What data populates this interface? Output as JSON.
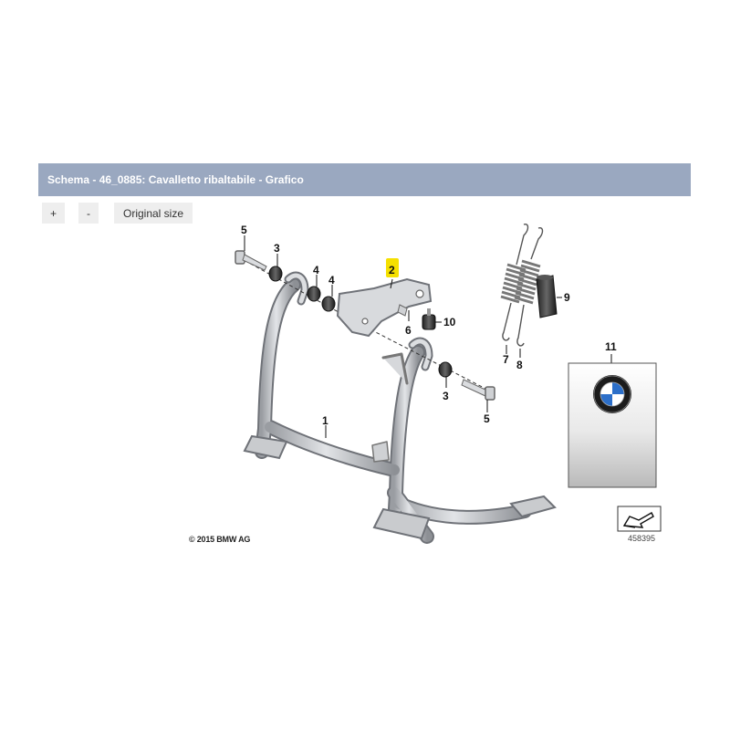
{
  "header": {
    "title": "Schema - 46_0885: Cavalletto ribaltabile - Grafico"
  },
  "toolbar": {
    "zoom_in_label": "+",
    "zoom_out_label": "-",
    "original_size_label": "Original size"
  },
  "diagram": {
    "callouts": [
      "1",
      "2",
      "3",
      "3",
      "4",
      "4",
      "5",
      "5",
      "6",
      "7",
      "8",
      "9",
      "10",
      "11"
    ],
    "highlight_color": "#f5e000",
    "copyright": "© 2015 BMW AG",
    "image_number": "458395"
  }
}
